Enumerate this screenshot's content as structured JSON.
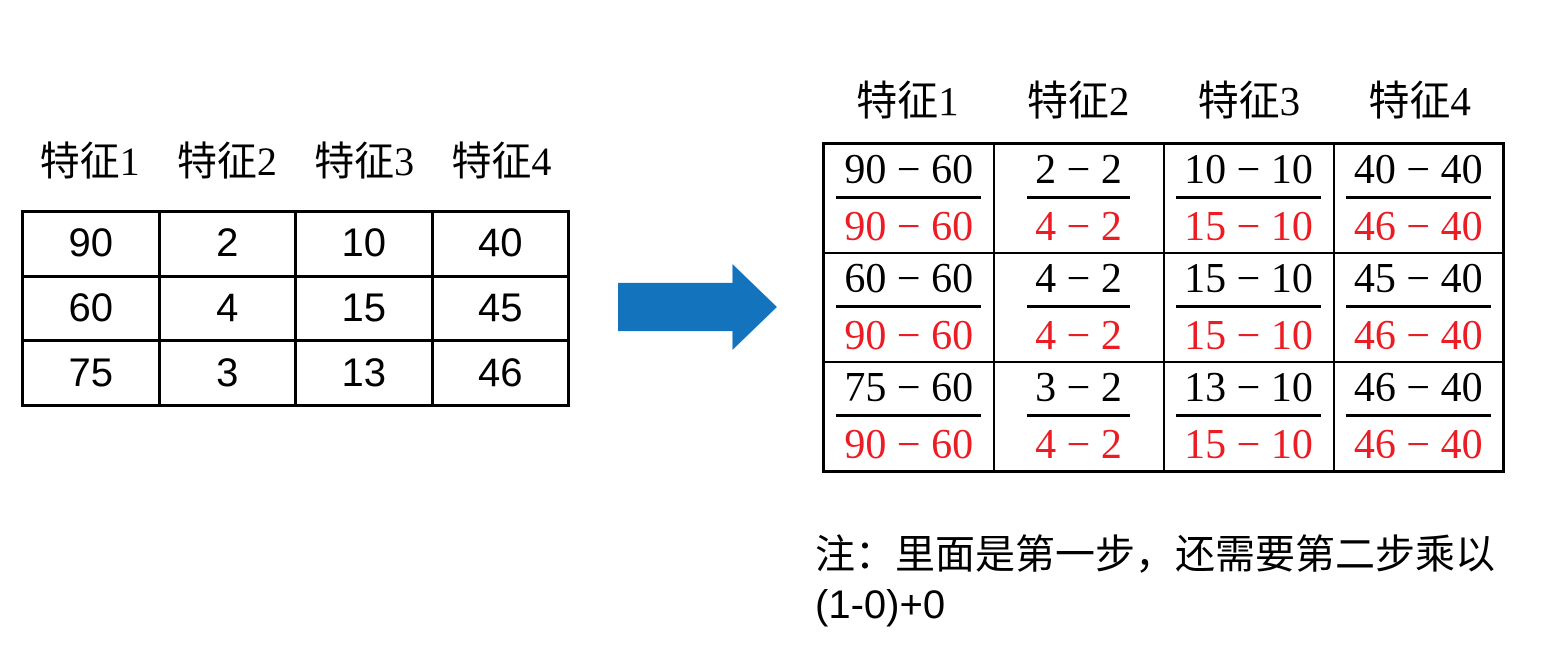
{
  "left_table": {
    "headers": [
      "特征1",
      "特征2",
      "特征3",
      "特征4"
    ],
    "rows": [
      [
        "90",
        "2",
        "10",
        "40"
      ],
      [
        "60",
        "4",
        "15",
        "45"
      ],
      [
        "75",
        "3",
        "13",
        "46"
      ]
    ]
  },
  "right_table": {
    "headers": [
      "特征1",
      "特征2",
      "特征3",
      "特征4"
    ],
    "rows": [
      [
        {
          "num": "90 − 60",
          "den": "90 − 60"
        },
        {
          "num": "2 − 2",
          "den": "4 − 2"
        },
        {
          "num": "10 − 10",
          "den": "15 − 10"
        },
        {
          "num": "40 − 40",
          "den": "46 − 40"
        }
      ],
      [
        {
          "num": "60 − 60",
          "den": "90 − 60"
        },
        {
          "num": "4 − 2",
          "den": "4 − 2"
        },
        {
          "num": "15 − 10",
          "den": "15 − 10"
        },
        {
          "num": "45 − 40",
          "den": "46 − 40"
        }
      ],
      [
        {
          "num": "75 − 60",
          "den": "90 − 60"
        },
        {
          "num": "3 − 2",
          "den": "4 − 2"
        },
        {
          "num": "13 − 10",
          "den": "15 − 10"
        },
        {
          "num": "46 − 40",
          "den": "46 − 40"
        }
      ]
    ]
  },
  "note": {
    "line1": "注：里面是第一步，还需要第二步乘以",
    "line2": "(1-0)+0"
  },
  "icons": {
    "arrow": "right-arrow"
  },
  "colors": {
    "arrow_blue": "#1473BD",
    "denominator_red": "#EC1C24",
    "text_black": "#000000"
  }
}
